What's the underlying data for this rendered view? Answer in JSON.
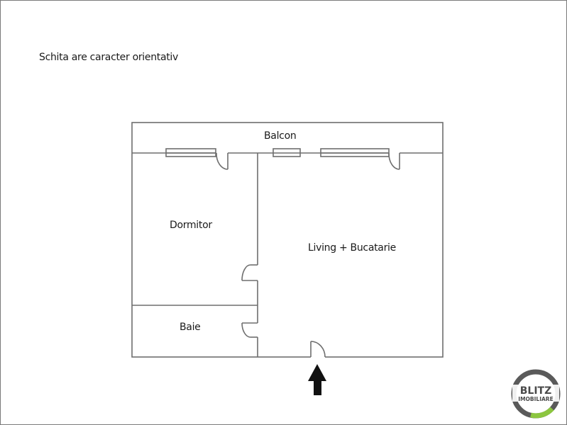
{
  "note": "Schita are caracter orientativ",
  "rooms": {
    "balcon": "Balcon",
    "dormitor": "Dormitor",
    "living": "Living + Bucatarie",
    "baie": "Baie"
  },
  "entrance_arrow": "arrow-up-icon",
  "logo": {
    "line1": "BLITZ",
    "line2": "IMOBILIARE",
    "ring_color": "#5a5a5a",
    "accent_color": "#8cc63f"
  },
  "colors": {
    "wall": "#6e6e6e",
    "text": "#1a1a1a",
    "frame": "#7a7a7a"
  }
}
